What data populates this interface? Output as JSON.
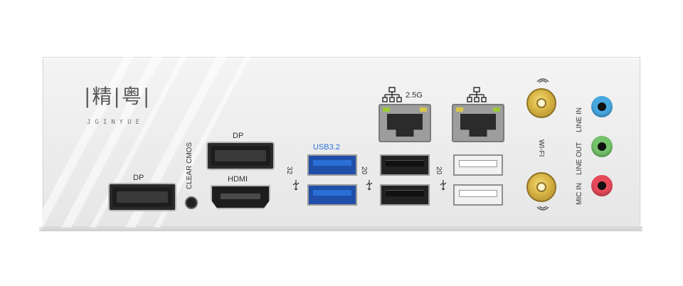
{
  "brand": {
    "name": "|精|粤|",
    "subtitle": "JGINYUE"
  },
  "labels": {
    "dp_left": "DP",
    "dp_top": "DP",
    "hdmi": "HDMI",
    "clear_cmos": "CLEAR CMOS",
    "usb32": "USB3.2",
    "usb_32_tag": "32",
    "usb_20_tag_a": "20",
    "usb_20_tag_b": "20",
    "lan": "2.5G",
    "wifi": "WI-FI",
    "line_in": "LINE IN",
    "line_out": "LINE OUT",
    "mic_in": "MIC IN"
  },
  "colors": {
    "usb_blue": "#2a6fd6",
    "antenna_gold": "#d8b444",
    "jack_blue": "#47a8e0",
    "jack_green": "#74c26a",
    "jack_pink": "#e84a5a",
    "led_green": "#9bc93a",
    "led_yellow": "#d7c64a"
  },
  "icons": [
    "network-icon",
    "usb-icon",
    "wifi-icon"
  ]
}
